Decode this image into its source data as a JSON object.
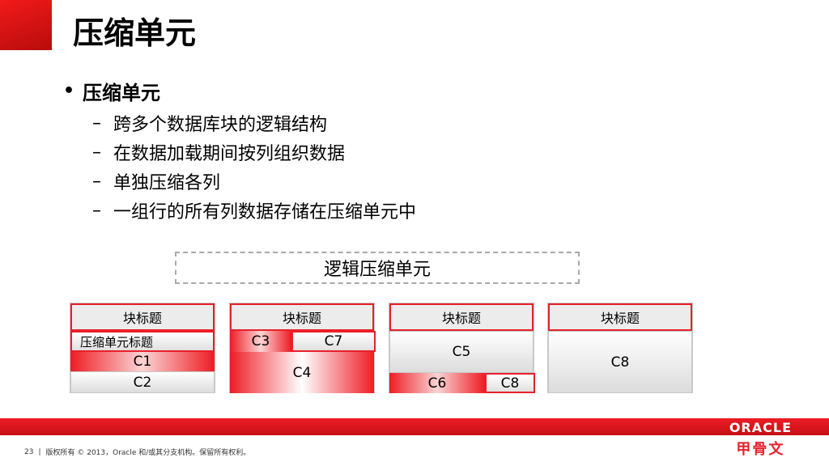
{
  "slide": {
    "title": "压缩单元",
    "bullet": "压缩单元",
    "sub_bullets": [
      "跨多个数据库块的逻辑结构",
      "在数据加载期间按列组织数据",
      "单独压缩各列",
      "一组行的所有列数据存储在压缩单元中"
    ],
    "bullet_symbol": "•",
    "dash_symbol": "–"
  },
  "diagram": {
    "logical_unit_label": "逻辑压缩单元",
    "blocks": [
      {
        "header": "块标题",
        "segments": [
          "压缩单元标题",
          "C1",
          "C2"
        ]
      },
      {
        "header": "块标题",
        "segments": [
          "C3",
          "C7",
          "C4"
        ]
      },
      {
        "header": "块标题",
        "segments": [
          "C5",
          "C6",
          "C8"
        ]
      },
      {
        "header": "块标题",
        "segments": [
          "C8"
        ]
      }
    ]
  },
  "footer": {
    "page_number": "23",
    "separator": "|",
    "copyright": "版权所有 © 2013，Oracle 和/或其分支机构。保留所有权利。"
  },
  "logo": {
    "en": "ORACLE",
    "cn": "甲骨文"
  },
  "colors": {
    "accent": "#e8202a",
    "bar": "#ee1c24"
  }
}
